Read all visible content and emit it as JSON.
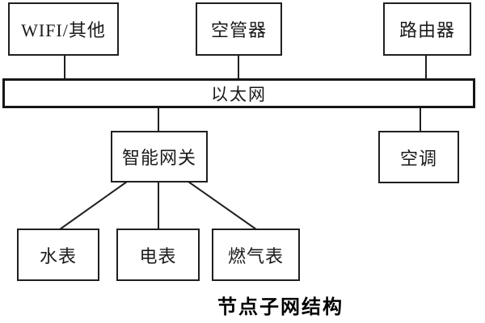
{
  "diagram": {
    "title": "节点子网结构",
    "bus": {
      "label": "以太网"
    },
    "nodes": {
      "wifi": {
        "label": "WIFI/其他"
      },
      "air_controller": {
        "label": "空管器"
      },
      "router": {
        "label": "路由器"
      },
      "gateway": {
        "label": "智能网关"
      },
      "air_conditioner": {
        "label": "空调"
      },
      "water_meter": {
        "label": "水表"
      },
      "electric_meter": {
        "label": "电表"
      },
      "gas_meter": {
        "label": "燃气表"
      }
    },
    "colors": {
      "line": "#1f1f1f",
      "background": "#ffffff",
      "text": "#1a1a1a"
    }
  }
}
